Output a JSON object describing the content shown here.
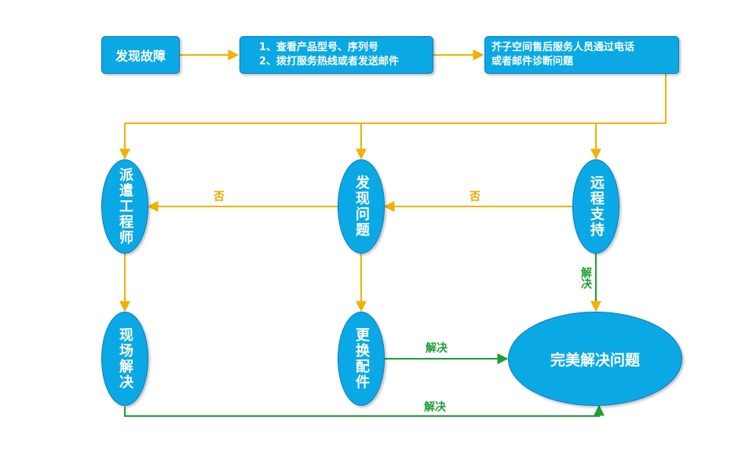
{
  "nodes": {
    "discover_fault": "发现故障",
    "step_check": [
      "1、查看产品型号、序列号",
      "2、拨打服务热线或者发送邮件"
    ],
    "diagnose": [
      "芥子空间售后服务人员通过电话",
      "或者邮件诊断问题"
    ],
    "dispatch_engineer": "派遣工程师",
    "find_problem": "发现问题",
    "remote_support": "远程支持",
    "onsite_resolve": "现场解决",
    "replace_parts": "更换配件",
    "resolved": "完美解决问题"
  },
  "labels": {
    "no_1": "否",
    "no_2": "否",
    "resolve_remote": "解决",
    "resolve_parts": "解决",
    "resolve_onsite": "解决"
  },
  "colors": {
    "node_fill": "#0aa9e6",
    "flow_arrow": "#f2b200",
    "resolve_arrow": "#1f9e35"
  }
}
